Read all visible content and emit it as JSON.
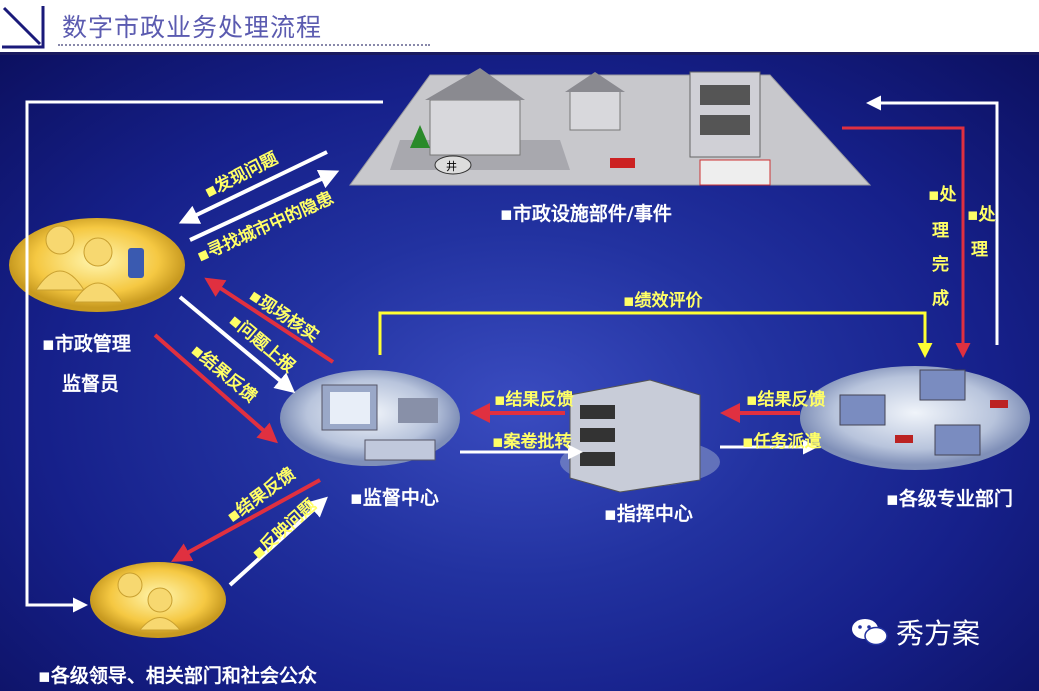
{
  "header": {
    "title": "数字市政业务处理流程",
    "icon": "corner-arrow-icon"
  },
  "nodes": {
    "facilities": "▪市政设施部件/事件",
    "supervisor_line1": "▪市政管理",
    "supervisor_line2": "监督员",
    "monitor_center": "▪监督中心",
    "command_center": "▪指挥中心",
    "departments": "▪各级专业部门",
    "public": "▪各级领导、相关部门和社会公众"
  },
  "flows": {
    "discover": "▪发现问题",
    "search": "▪寻找城市中的隐患",
    "verify": "▪现场核实",
    "report": "▪问题上报",
    "feedback_supervisor": "▪结果反馈",
    "feedback_public": "▪结果反馈",
    "reflect": "▪反映问题",
    "feedback_monitor": "▪结果反馈",
    "transfer": "▪案卷批转",
    "feedback_command": "▪结果反馈",
    "dispatch": "▪任务派遣",
    "evaluation": "▪绩效评价",
    "done": [
      "▪处",
      "理",
      "完",
      "成"
    ],
    "process": [
      "▪处",
      "理"
    ]
  },
  "watermark": "秀方案",
  "colors": {
    "title": "#5b5bb0",
    "label": "#ffff66",
    "red": "#e03040",
    "yellow": "#ffff33"
  }
}
